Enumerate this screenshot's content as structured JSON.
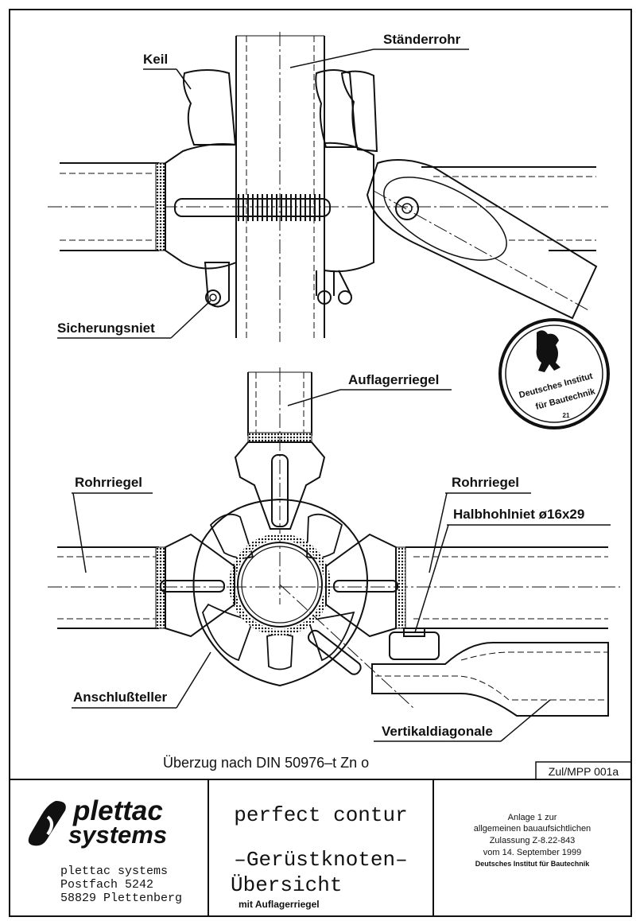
{
  "labels": {
    "keil": "Keil",
    "staenderrohr": "Ständerrohr",
    "sicherungsniet": "Sicherungsniet",
    "auflagerriegel": "Auflagerriegel",
    "rohrriegel_left": "Rohrriegel",
    "rohrriegel_right": "Rohrriegel",
    "halbhohlniet": "Halbhohlniet ø16x29",
    "anschlussteller": "Anschlußteller",
    "vertikaldiagonale": "Vertikaldiagonale",
    "ueberzug": "Überzug nach DIN 50976–t Zn o",
    "drawing_number": "Zul/MPP 001a"
  },
  "stamp": {
    "line1": "Deutsches Institut",
    "line2": "für Bautechnik",
    "number": "21"
  },
  "title_block": {
    "logo_line1": "plettac",
    "logo_line2": "systems",
    "address_line1": "plettac systems",
    "address_line2": "Postfach 5242",
    "address_line3": "58829 Plettenberg",
    "product": "perfect contur",
    "title_line1": "–Gerüstknoten–",
    "title_line2": "Übersicht",
    "title_line3": "mit Auflagerriegel",
    "approval_line1": "Anlage 1 zur",
    "approval_line2": "allgemeinen bauaufsichtlichen",
    "approval_line3": "Zulassung Z-8.22-843",
    "approval_line4": "vom 14. September 1999",
    "approval_line5": "Deutsches Institut für Bautechnik"
  }
}
